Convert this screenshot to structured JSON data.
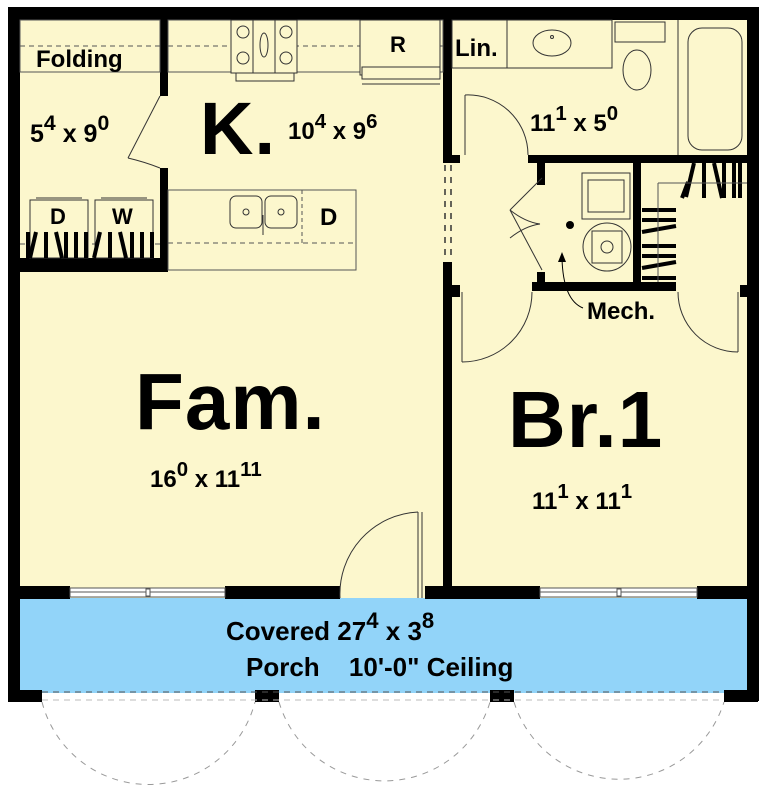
{
  "colors": {
    "interior": "#fcf7cd",
    "porch": "#92d4f9",
    "wall": "#000000",
    "background": "#ffffff"
  },
  "rooms": {
    "laundry": {
      "label": "Folding",
      "dim_w": "5",
      "dim_w_in": "4",
      "dim_h": "9",
      "dim_h_in": "0"
    },
    "kitchen": {
      "label": "K.",
      "dim_w": "10",
      "dim_w_in": "4",
      "dim_h": "9",
      "dim_h_in": "6"
    },
    "linen": {
      "label": "Lin."
    },
    "bath": {
      "dim_w": "11",
      "dim_w_in": "1",
      "dim_h": "5",
      "dim_h_in": "0"
    },
    "mechanical": {
      "label": "Mech."
    },
    "family": {
      "label": "Fam.",
      "dim_w": "16",
      "dim_w_in": "0",
      "dim_h": "11",
      "dim_h_in": "11"
    },
    "bedroom": {
      "label": "Br.1",
      "dim_w": "11",
      "dim_w_in": "1",
      "dim_h": "11",
      "dim_h_in": "1"
    },
    "porch": {
      "label_line1": "Covered",
      "label_line2": "Porch",
      "dim_w": "27",
      "dim_w_in": "4",
      "dim_h": "3",
      "dim_h_in": "8",
      "ceiling": "10'-0\" Ceiling"
    }
  },
  "appliances": {
    "dryer": "D",
    "washer": "W",
    "refrigerator": "R",
    "dishwasher": "D"
  },
  "dim_separator": "x"
}
